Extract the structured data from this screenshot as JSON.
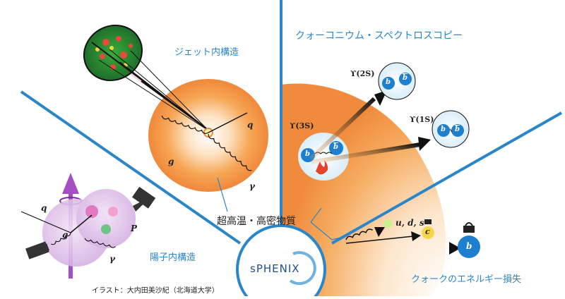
{
  "regions": {
    "jet": "ジェット内構造",
    "quarkonium": "クォーコニウム・スペクトロスコピー",
    "proton": "陽子内構造",
    "energy_loss": "クォークのエネルギー損失",
    "medium": "超高温・高密物質"
  },
  "jet_particles": {
    "q": "q",
    "g": "g",
    "gamma": "γ"
  },
  "proton_particles": {
    "q": "q",
    "g": "g",
    "gamma": "γ",
    "P": "P"
  },
  "quarkonium_states": {
    "y3s": "ϒ(3S)",
    "y2s": "ϒ(2S)",
    "y1s": "ϒ(1S)",
    "b": "b",
    "bbar": "b"
  },
  "energy_loss_particles": {
    "uds": "u, d, s",
    "c": "c",
    "b": "b"
  },
  "logo": "sPHENIX",
  "credit": "イラスト：大内田美沙紀（北海道大学）",
  "colors": {
    "divider": "#2a86c8",
    "label": "#2a86c8",
    "medium_orange": "#f29a4a",
    "quark_blue": "#1e7fd0",
    "gluon_purple": "#a66fc0"
  }
}
